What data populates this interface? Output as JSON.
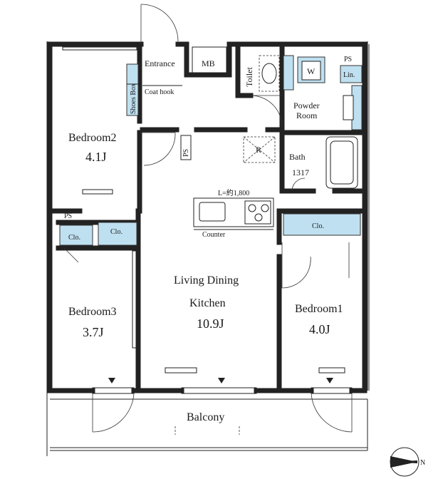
{
  "rooms": {
    "entrance": "Entrance",
    "mb": "MB",
    "toilet": "Toilet",
    "w": "W",
    "ps_top": "PS",
    "lin": "Lin.",
    "shoes_box": "Shoes Box",
    "coat_hook": "Coat hook",
    "powder_room_line1": "Powder",
    "powder_room_line2": "Room",
    "bedroom2": "Bedroom2",
    "bedroom2_size": "4.1J",
    "ps_mid": "PS",
    "r": "R",
    "bath": "Bath",
    "bath_size": "1317",
    "kitchen_length": "L=約1,800",
    "counter": "Counter",
    "ps_left": "PS",
    "clo_left": "Clo.",
    "clo_mid": "Clo.",
    "clo_right": "Clo.",
    "ldk_line1": "Living Dining",
    "ldk_line2": "Kitchen",
    "ldk_size": "10.9J",
    "bedroom3": "Bedroom3",
    "bedroom3_size": "3.7J",
    "bedroom1": "Bedroom1",
    "bedroom1_size": "4.0J",
    "balcony": "Balcony",
    "north": "N"
  },
  "colors": {
    "wall": "#222222",
    "storage_fill": "#bfe0f0",
    "background": "#ffffff"
  }
}
